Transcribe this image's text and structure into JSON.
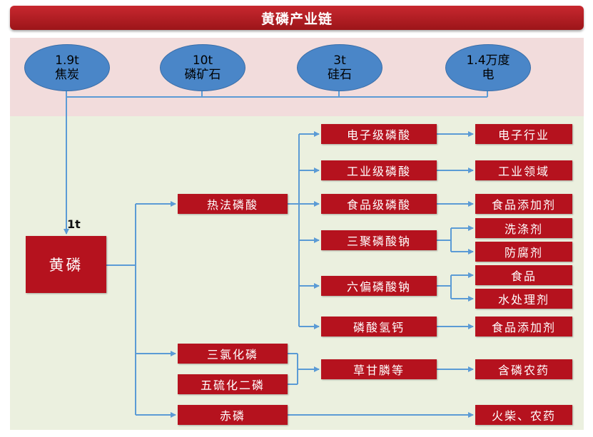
{
  "title": "黄磷产业链",
  "inputs": [
    {
      "amount": "1.9t",
      "name": "焦炭"
    },
    {
      "amount": "10t",
      "name": "磷矿石"
    },
    {
      "amount": "3t",
      "name": "硅石"
    },
    {
      "amount": "1.4万度",
      "name": "电"
    }
  ],
  "core": {
    "amount": "1t",
    "name": "黄磷"
  },
  "level1": {
    "thermal_acid": "热法磷酸",
    "trichloride": "三氯化磷",
    "pentasulfide": "五硫化二磷",
    "red_phosphorus": "赤磷"
  },
  "level2": {
    "electronic_acid": "电子级磷酸",
    "industrial_acid": "工业级磷酸",
    "food_acid": "食品级磷酸",
    "stpp": "三聚磷酸钠",
    "shmp": "六偏磷酸钠",
    "dcp": "磷酸氢钙",
    "glyphosate": "草甘膦等"
  },
  "end_uses": {
    "electronics": "电子行业",
    "industry": "工业领域",
    "food_additive_1": "食品添加剂",
    "detergent": "洗涤剂",
    "preservative": "防腐剂",
    "food": "食品",
    "water_treatment": "水处理剂",
    "food_additive_2": "食品添加剂",
    "pesticide": "含磷农药",
    "matches_pesticide": "火柴、农药"
  },
  "colors": {
    "box": "#b5121e",
    "ellipse": "#4a86c8",
    "line": "#5b9bd5"
  }
}
